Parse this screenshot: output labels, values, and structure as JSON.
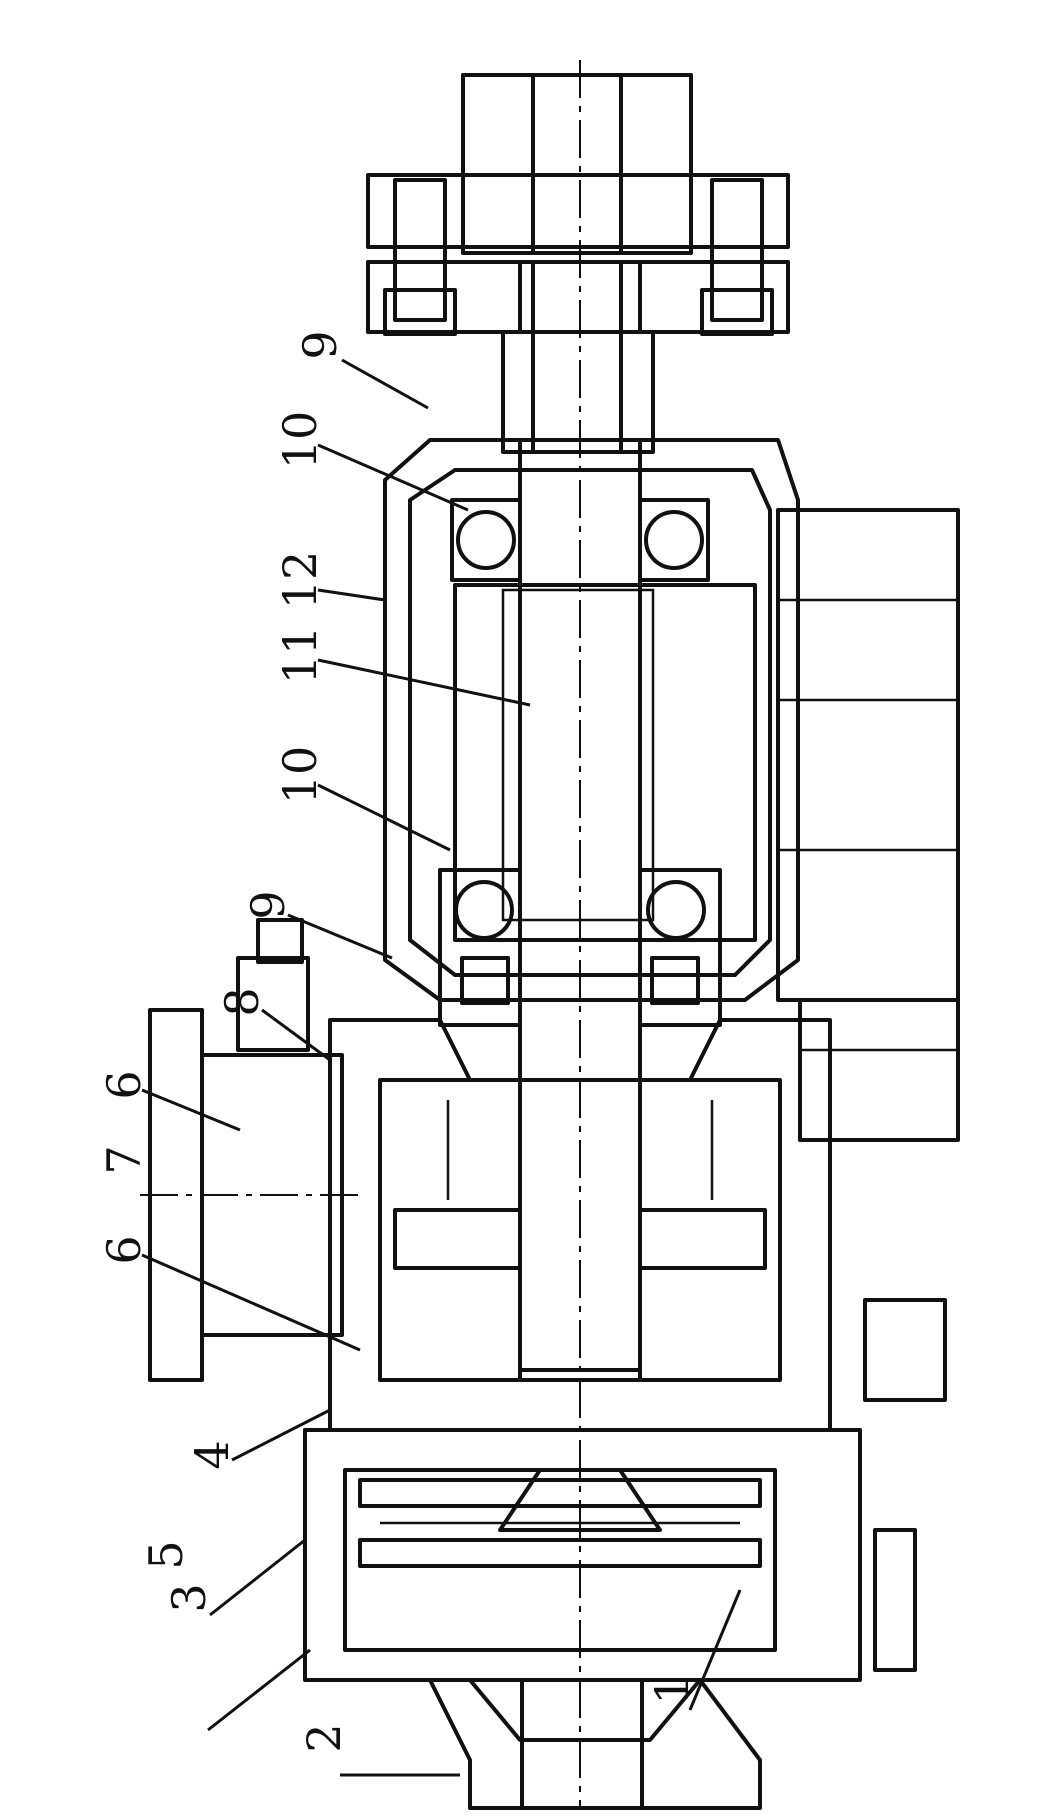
{
  "callouts": [
    {
      "id": "c1",
      "text": "1"
    },
    {
      "id": "c2",
      "text": "2"
    },
    {
      "id": "c3",
      "text": "3"
    },
    {
      "id": "c4",
      "text": "4"
    },
    {
      "id": "c5",
      "text": "5"
    },
    {
      "id": "c6a",
      "text": "6"
    },
    {
      "id": "c6b",
      "text": "6"
    },
    {
      "id": "c7",
      "text": "7"
    },
    {
      "id": "c8",
      "text": "8"
    },
    {
      "id": "c9a",
      "text": "9"
    },
    {
      "id": "c9b",
      "text": "9"
    },
    {
      "id": "c10a",
      "text": "10"
    },
    {
      "id": "c10b",
      "text": "10"
    },
    {
      "id": "c11",
      "text": "11"
    },
    {
      "id": "c12",
      "text": "12"
    }
  ]
}
